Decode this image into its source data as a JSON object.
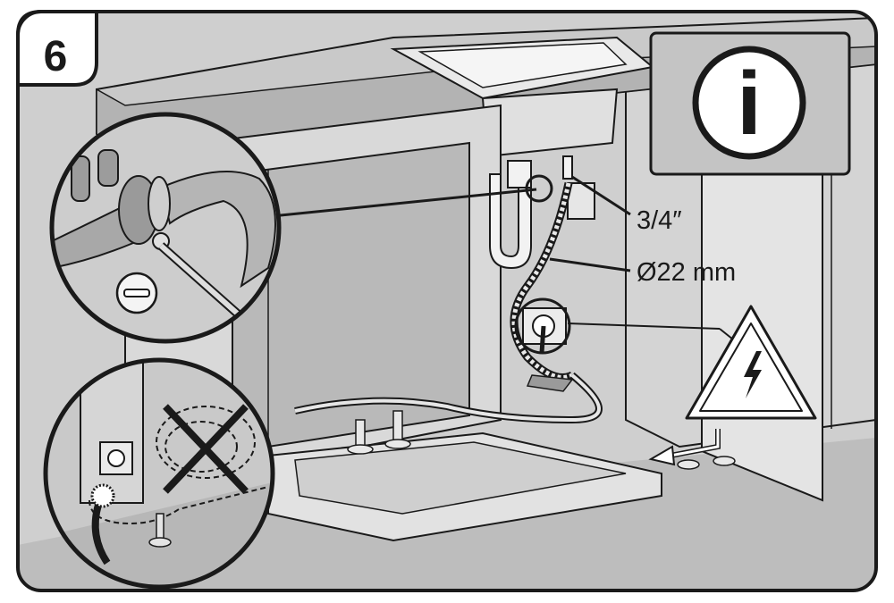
{
  "step": {
    "number": "6"
  },
  "info_sign": {
    "glyph": "i",
    "icon": "info-icon"
  },
  "callouts": {
    "thread_size": "3/4″",
    "hose_diameter": "Ø22 mm"
  },
  "warning_sign": {
    "icon": "high-voltage-warning-icon"
  },
  "colors": {
    "outline": "#1a1a1a",
    "counter_gray": "#c9c9c9",
    "cabinet_light": "#d9d9d9",
    "interior_gray": "#b9b9b9",
    "floor_gray": "#bdbdbd",
    "panel_bg": "#c4c4c4"
  }
}
